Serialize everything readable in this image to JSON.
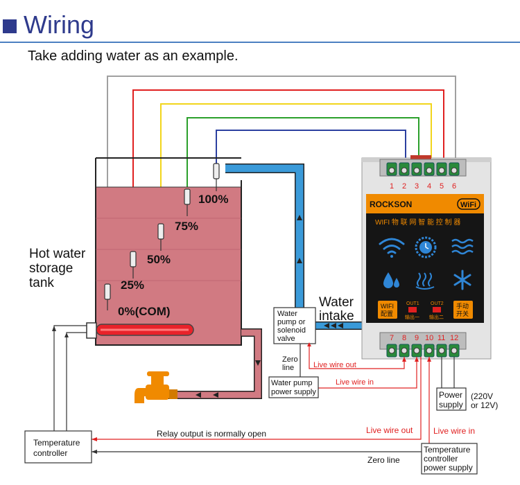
{
  "header": {
    "title": "Wiring"
  },
  "subtitle": "Take adding water as an example.",
  "tank": {
    "label_lines": [
      "Hot water",
      "storage",
      "tank"
    ],
    "levels": [
      "100%",
      "75%",
      "50%",
      "25%",
      "0%(COM)"
    ]
  },
  "controller": {
    "brand": "ROCKSON",
    "wifi_badge": "WiFi",
    "subtitle": "WIFI 物 联 网 智 能 控 制 器",
    "wifi_button": [
      "WIFI",
      "配置"
    ],
    "out1": [
      "OUT1",
      "输出一"
    ],
    "out2": [
      "OUT2",
      "输出二"
    ],
    "manual_button": [
      "手动",
      "开关"
    ],
    "top_terminals": [
      "1",
      "2",
      "3",
      "4",
      "5",
      "6"
    ],
    "bottom_terminals": [
      "7",
      "8",
      "9",
      "10",
      "11",
      "12"
    ]
  },
  "labels": {
    "water_intake": [
      "Water",
      "intake"
    ],
    "pump_valve": [
      "Water",
      "pump or",
      "solenoid",
      "valve"
    ],
    "zero_line_pump": [
      "Zero",
      "line"
    ],
    "pump_power": [
      "Water pump",
      "power supply"
    ],
    "live_wire_out_top": "Live wire out",
    "live_wire_in_top": "Live wire in",
    "power_supply": [
      "Power",
      "supply"
    ],
    "voltage": [
      "(220V",
      "or 12V)"
    ],
    "relay_note": "Relay output is normally open",
    "live_wire_out_bottom": "Live wire out",
    "live_wire_in_bottom": "Live wire in",
    "zero_line_bottom": "Zero line",
    "temp_controller": [
      "Temperature",
      "controller"
    ],
    "temp_power": [
      "Temperature",
      "controller",
      "power supply"
    ]
  },
  "colors": {
    "brand_blue": "#2e3a8c",
    "tank_fill": "#d17a82",
    "pipe_blue": "#3a9ad9",
    "wire_red": "#e02020",
    "wire_yellow": "#f2d51b",
    "wire_green": "#2aa02a",
    "wire_blue": "#2b3fa0",
    "wire_gray": "#a0a0a0",
    "panel_orange": "#f08a00"
  }
}
